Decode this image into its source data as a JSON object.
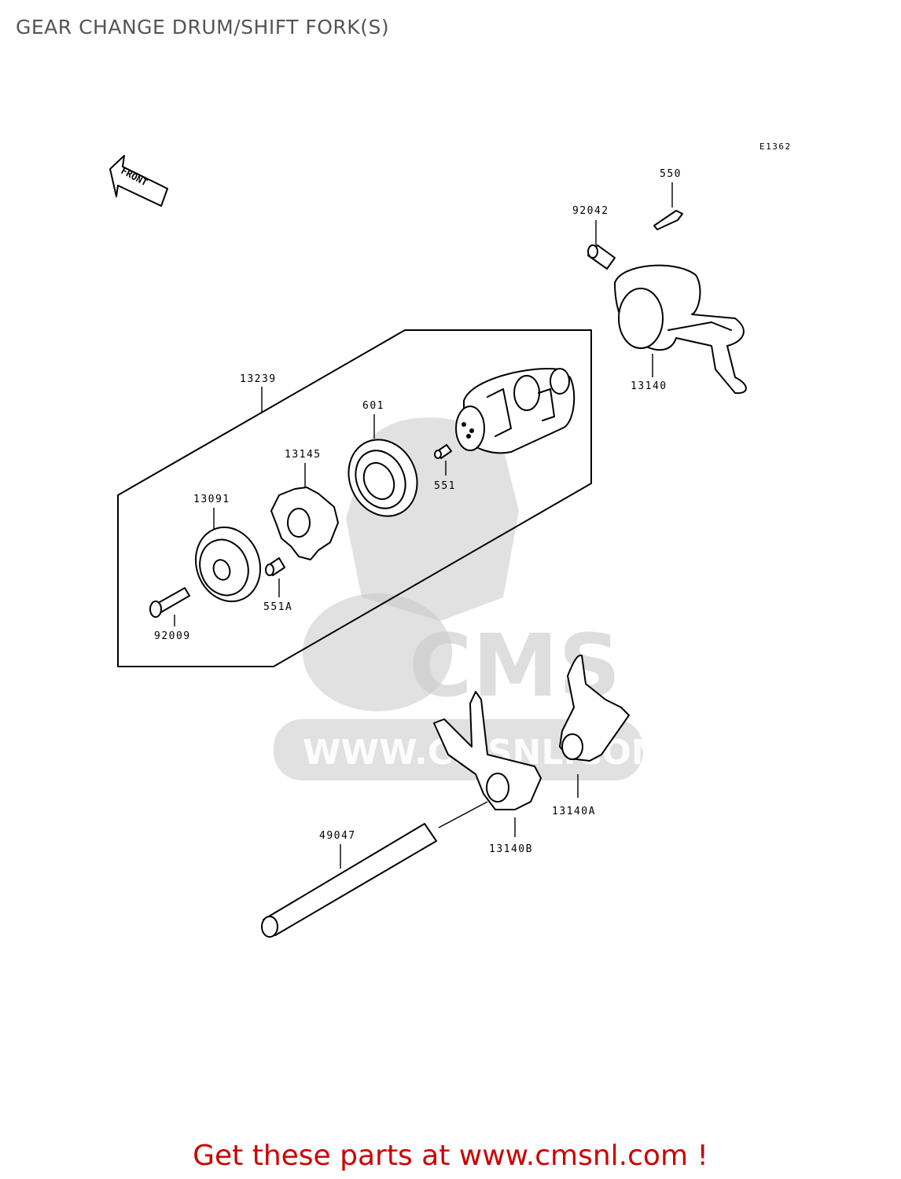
{
  "page": {
    "title": "GEAR CHANGE DRUM/SHIFT FORK(S)"
  },
  "diagram": {
    "ref_code": "E1362",
    "front_label": "FRONT",
    "labels": {
      "p550": "550",
      "p92042": "92042",
      "p13140": "13140",
      "p13239": "13239",
      "p601": "601",
      "p13145": "13145",
      "p551": "551",
      "p13091": "13091",
      "p551a": "551A",
      "p92009": "92009",
      "p49047": "49047",
      "p13140a": "13140A",
      "p13140b": "13140B"
    }
  },
  "watermark": {
    "brand": "CMS",
    "url": "WWW.CMSNL.COM"
  },
  "footer": {
    "cta": "Get these parts at www.cmsnl.com !",
    "color": "#cc0000"
  }
}
